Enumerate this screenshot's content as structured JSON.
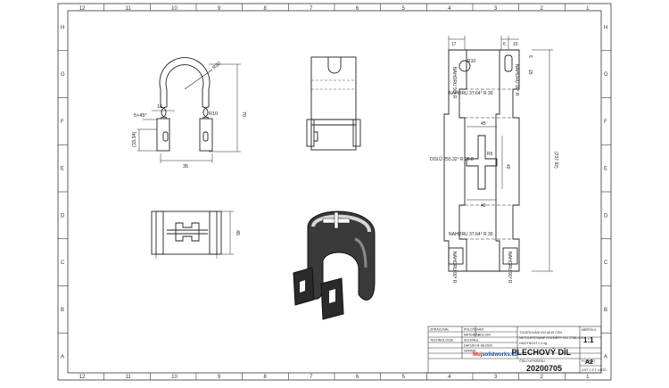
{
  "border": {
    "columns_top": [
      "12",
      "11",
      "10",
      "9",
      "8",
      "7",
      "6",
      "5",
      "4",
      "3",
      "2",
      "1"
    ],
    "columns_bottom": [
      "12",
      "11",
      "10",
      "9",
      "8",
      "7",
      "6",
      "5",
      "4",
      "3",
      "2",
      "1"
    ],
    "rows_left": [
      "H",
      "G",
      "F",
      "E",
      "D",
      "C",
      "B",
      "A"
    ],
    "rows_right": [
      "H",
      "G",
      "F",
      "E",
      "D",
      "C",
      "B",
      "A"
    ]
  },
  "front_view": {
    "dims": {
      "radius": "R30",
      "angle_dim": "5×45°",
      "small_16": "16",
      "r10": "R10",
      "height_33": "(33.34)",
      "width_35": "35",
      "height_70": "70"
    }
  },
  "flat_pattern": {
    "dims": {
      "top_17": "17",
      "top_6": "6",
      "top_10": "10",
      "right_15": "15",
      "right_5": "5",
      "hole_r10": "R10",
      "w45": "45",
      "h40": "40",
      "w40": "40",
      "r5": "R5",
      "overall": "(237.92)",
      "slot_r": "R5"
    },
    "bend_notes": {
      "top_bend": "NAHORU  37.64°  R 30",
      "mid_bend": "DOLŮ  255.32°  R 28.8",
      "bottom_bend": "NAHORU  37.64°  R 30",
      "side_left_top": "NAHORU 90° R",
      "side_right_top": "NAHORU 90° R",
      "side_left_bottom": "NAHORU 90° R",
      "side_right_bottom": "NAHORU 90° R"
    }
  },
  "top_view": {
    "dims": {
      "h45": "45"
    }
  },
  "title_block": {
    "top_labels": [
      "ZPRACOVAL",
      "POLOTOVAR"
    ],
    "material_label": "MATERIÁL",
    "material_value": "AISI 304",
    "tolerance_lines": [
      "TOLEROVÁNÍ   ISO 8015   ČSN",
      "NETOLEROVANÉ ROZMĚRY ISO 2768-m-K",
      "HMOTNOST   0.1 kg"
    ],
    "check_label": "SCHVÁLIL",
    "date_label": "DATUM  04-08-2020",
    "tech_label": "TECHNOLOGIE",
    "scale_label": "MĚŘÍTKO",
    "scale_value": "1:1",
    "title": "PLECHOVÝ DÍL",
    "number_label": "ČÍSLO VÝKRESU",
    "number": "20200705",
    "format_label": "FORMÁT",
    "format_value": "A2",
    "sheet_label": "LIST 1 Z 1 LISTŮ",
    "brand_prefix": "Muj",
    "brand_main": "solidworks.cz",
    "norm_label": "NORMA"
  }
}
